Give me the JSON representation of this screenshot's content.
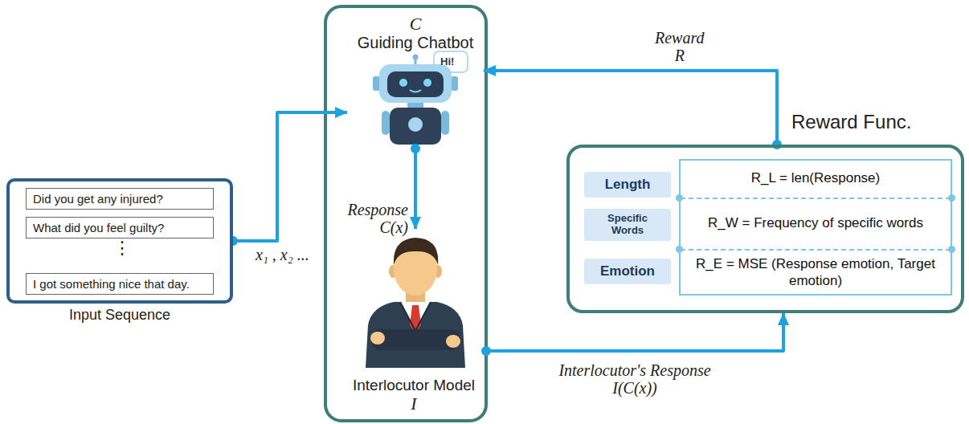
{
  "diagram": {
    "nodes": [
      {
        "text": [
          "Input Sequence"
        ]
      },
      {
        "text": [
          "Did you get any injured?"
        ],
        "in": 0
      },
      {
        "text": [
          "What did you feel guilty?"
        ],
        "in": 0
      },
      {
        "text": [
          "I got something nice that day."
        ],
        "in": 0
      },
      {
        "text": [
          "C",
          "Guiding Chatbot"
        ]
      },
      {
        "text": [
          "Interlocutor Model",
          "I"
        ]
      },
      {
        "text": [
          "Reward Func."
        ]
      },
      {
        "text": [
          "Length"
        ],
        "in": 6
      },
      {
        "text": [
          "R_L = len(Response)"
        ],
        "in": 6
      },
      {
        "text": [
          "Specific Words"
        ],
        "in": 6
      },
      {
        "text": [
          "R_W = Frequency of specific words"
        ],
        "in": 6
      },
      {
        "text": [
          "Emotion"
        ],
        "in": 6
      },
      {
        "text": [
          "R_E = MSE (Response emotion, Target emotion)"
        ],
        "in": 6
      }
    ],
    "edges": [
      {
        "from": 0,
        "to": 4,
        "arrow": "to",
        "label": "x₁ , x₂ ..."
      },
      {
        "from": 4,
        "to": 5,
        "arrow": "to",
        "label": "Response C(x)"
      },
      {
        "from": 5,
        "to": 6,
        "arrow": "to",
        "label": "Interlocutor's Response I(C(x))"
      },
      {
        "from": 6,
        "to": 4,
        "arrow": "to",
        "label": "Reward R"
      }
    ],
    "labels": [
      "Hi!",
      "⋮"
    ]
  }
}
